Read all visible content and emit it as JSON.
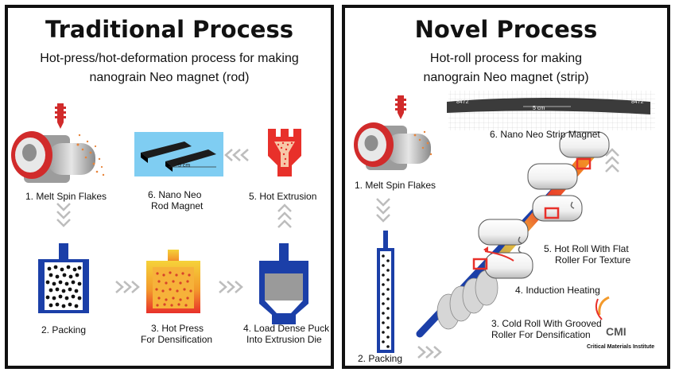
{
  "traditional": {
    "title": "Traditional Process",
    "subtitle_line1": "Hot-press/hot-deformation process for making",
    "subtitle_line2": "nanograin Neo magnet (rod)",
    "steps": {
      "melt_spin": "1.  Melt Spin Flakes",
      "rod_magnet_line1": "6. Nano Neo",
      "rod_magnet_line2": "Rod Magnet",
      "hot_extrusion": "5. Hot Extrusion",
      "packing": "2. Packing",
      "hot_press_line1": "3. Hot Press",
      "hot_press_line2": "For Densification",
      "load_puck_line1": "4. Load Dense Puck",
      "load_puck_line2": "Into Extrusion Die"
    },
    "rod_scale": "5 cm"
  },
  "novel": {
    "title": "Novel Process",
    "subtitle_line1": "Hot-roll process for making",
    "subtitle_line2": "nanograin Neo magnet (strip)",
    "steps": {
      "strip_magnet": "6. Nano Neo Strip Magnet",
      "melt_spin": "1.  Melt Spin Flakes",
      "hot_roll_line1": "5. Hot Roll With Flat",
      "hot_roll_line2": "Roller For Texture",
      "induction": "4. Induction Heating",
      "cold_roll_line1": "3. Cold Roll With Grooved",
      "cold_roll_line2": "Roller For Densification",
      "packing": "2. Packing"
    },
    "strip_scale": "5 cm",
    "strip_marks": [
      "8472",
      "8472"
    ],
    "logo_text": "CMI",
    "logo_caption": "Critical Materials Institute"
  },
  "colors": {
    "die_blue": "#1b3fa8",
    "hot_red": "#e8302a",
    "hot_orange": "#f5a524",
    "roller_gray": "#d9d9d9",
    "arrow_gray": "#bdbdbd"
  }
}
